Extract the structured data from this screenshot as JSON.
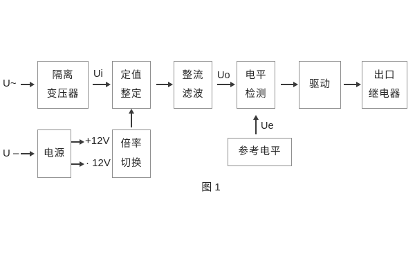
{
  "caption": "图 1",
  "inputs": {
    "ac": "U~",
    "dc": "U –"
  },
  "signals": {
    "ui": "Ui",
    "uo": "Uo",
    "ue": "Ue",
    "plus12v": "+12V",
    "minus12v": "· 12V"
  },
  "blocks": {
    "isolation_transformer": {
      "line1": "隔离",
      "line2": "变压器"
    },
    "setpoint_adjust": {
      "line1": "定值",
      "line2": "整定"
    },
    "rectifier_filter": {
      "line1": "整流",
      "line2": "滤波"
    },
    "level_detector": {
      "line1": "电平",
      "line2": "检测"
    },
    "driver": {
      "line1": "驱动"
    },
    "output_relay": {
      "line1": "出口",
      "line2": "继电器"
    },
    "power_supply": {
      "line1": "电源"
    },
    "ratio_switch": {
      "line1": "倍率",
      "line2": "切换"
    },
    "reference_level": {
      "line1": "参考电平"
    }
  },
  "colors": {
    "background": "#ffffff",
    "box_border": "#8f8f8f",
    "line": "#3a3a3a",
    "text": "#262626"
  }
}
